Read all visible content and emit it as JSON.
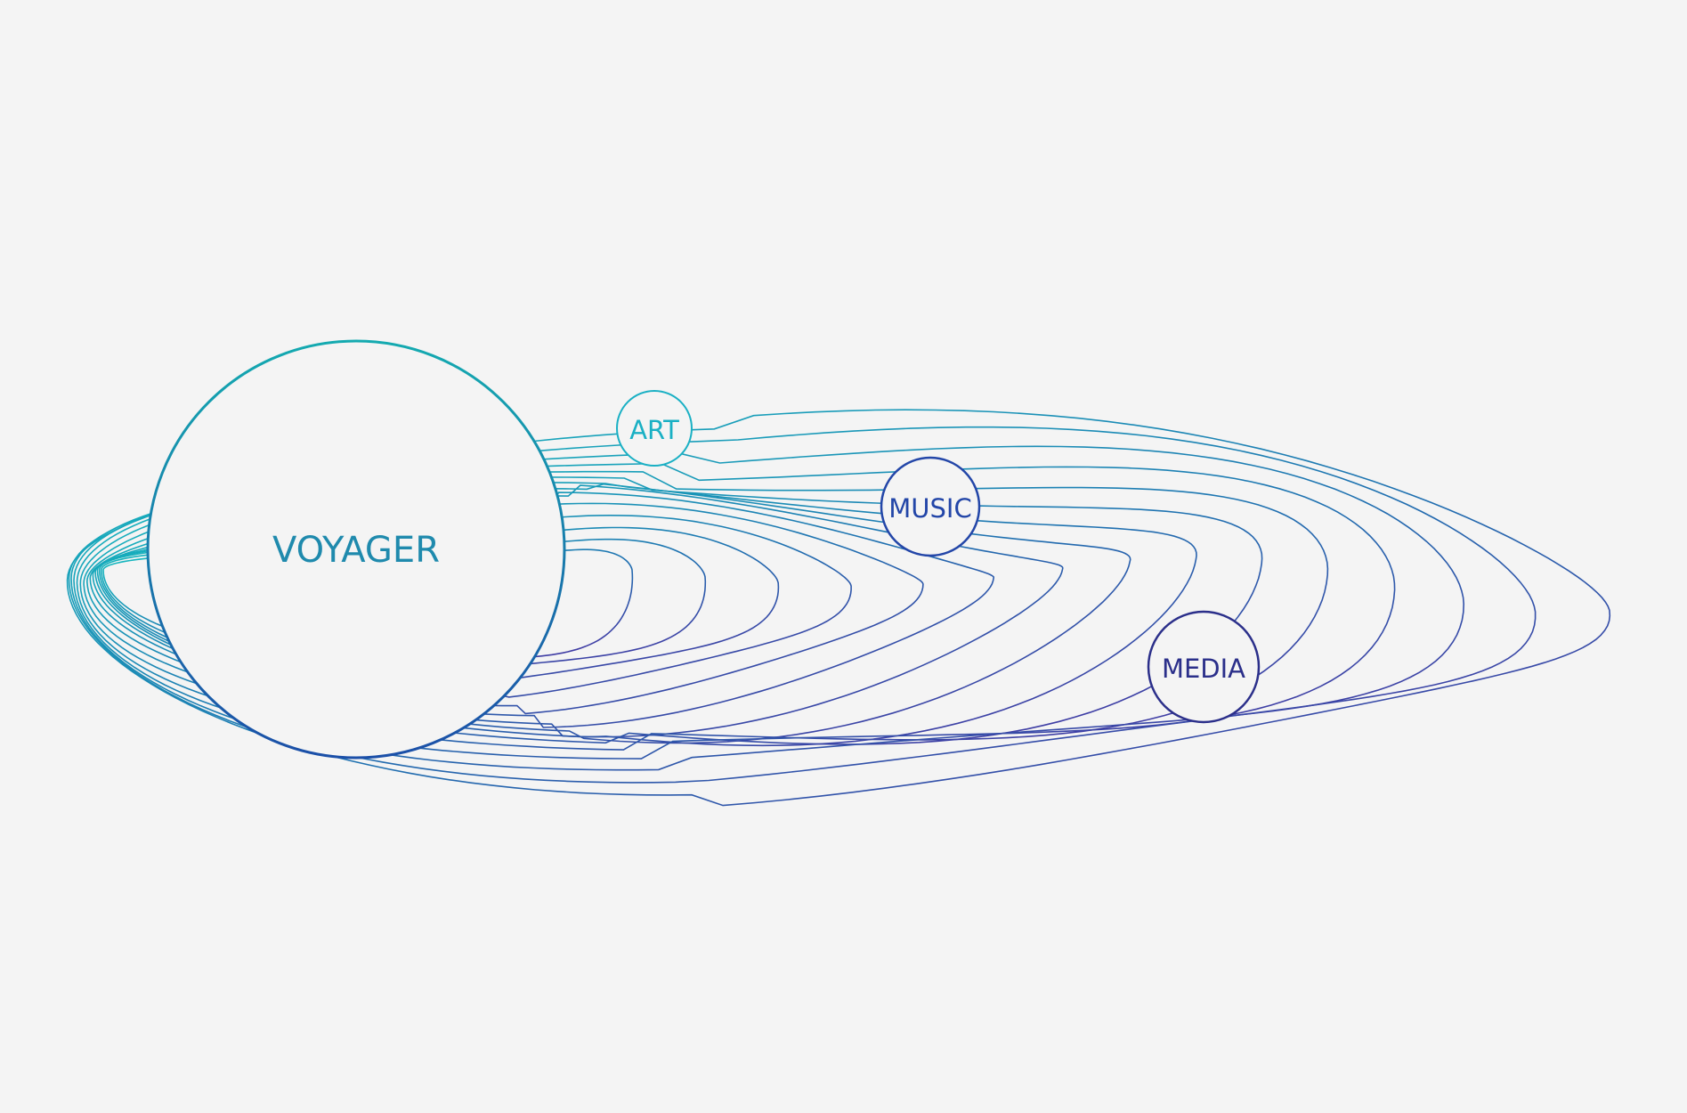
{
  "diagram": {
    "nodes": [
      {
        "id": "voyager",
        "label": "VOYAGER",
        "color": "#1f8aad"
      },
      {
        "id": "art",
        "label": "ART",
        "color": "#1ab0c4"
      },
      {
        "id": "music",
        "label": "MUSIC",
        "color": "#2346a8"
      },
      {
        "id": "media",
        "label": "MEDIA",
        "color": "#2b2f8a"
      }
    ],
    "colors": {
      "background": "#f4f4f4",
      "teal": "#14b8c0",
      "blue": "#1f5fb0",
      "purple": "#4b2aa0"
    }
  }
}
